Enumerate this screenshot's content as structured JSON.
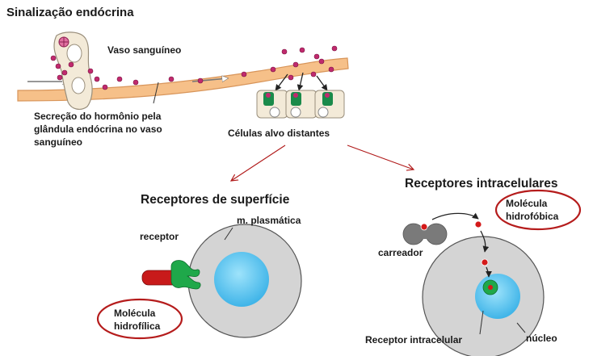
{
  "title": "Sinalização endócrina",
  "labels": {
    "blood_vessel": "Vaso sanguíneo",
    "secretion": "Secreção do hormônio pela glândula endócrina no vaso sanguíneo",
    "target_cells": "Células alvo distantes",
    "surface_receptors": "Receptores de superfície",
    "plasma_membrane": "m. plasmática",
    "receptor": "receptor",
    "hydrophilic_molecule": "Molécula hidrofílica",
    "intracellular_receptors": "Receptores intracelulares",
    "hydrophobic_molecule": "Molécula hidrofóbica",
    "carrier": "carreador",
    "intracellular_receptor": "Receptor intracelular",
    "nucleus": "núcleo"
  },
  "colors": {
    "vessel": "#f6c089",
    "vessel_stroke": "#d8955a",
    "hormone": "#c02a6e",
    "target_arrow": "#b01818",
    "highlight_ellipse": "#b51c1c",
    "cell": "#d4d4d4",
    "nucleus": "#5cc6f0",
    "receptor_green": "#1fa84a",
    "hydrophilic_red": "#c81a1a",
    "carrier_gray": "#7a7a7a"
  }
}
